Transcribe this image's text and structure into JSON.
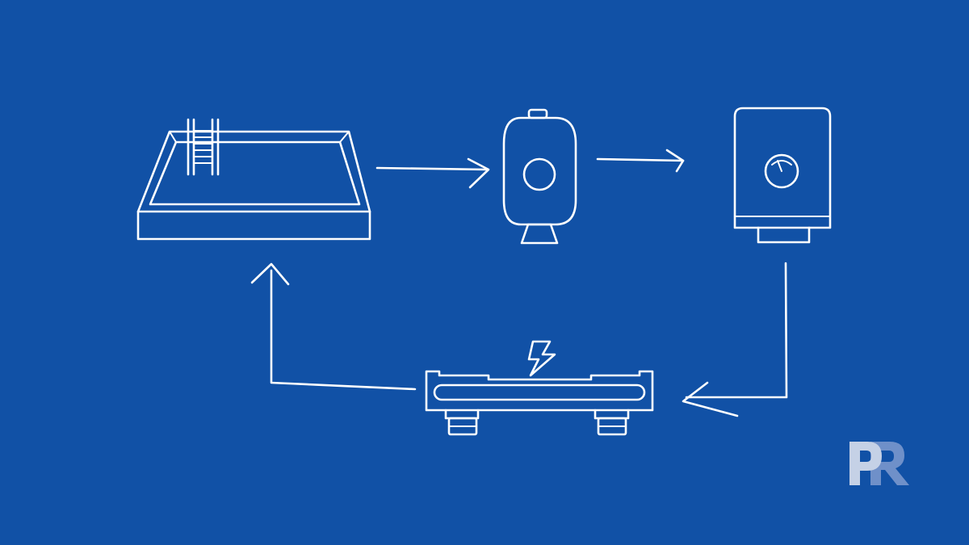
{
  "diagram": {
    "background_color": "#1151a6",
    "line_color": "#ffffff",
    "nodes": [
      {
        "id": "pool",
        "icon": "swimming-pool-icon"
      },
      {
        "id": "filter",
        "icon": "sand-filter-tank-icon"
      },
      {
        "id": "heater",
        "icon": "pool-heater-gauge-icon"
      },
      {
        "id": "uv",
        "icon": "uv-sterilizer-lightning-icon"
      }
    ],
    "flow": [
      "pool",
      "filter",
      "heater",
      "uv",
      "pool"
    ]
  },
  "logo": {
    "text": "PR",
    "colors": {
      "p": "#c5d1e6",
      "r": "#6f90c9"
    }
  }
}
